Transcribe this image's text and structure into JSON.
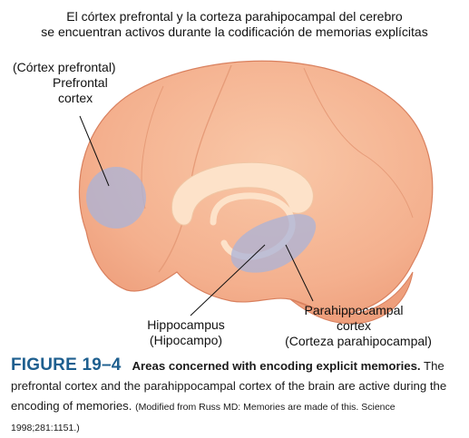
{
  "header": {
    "line1": "El córtex prefrontal y la corteza parahipocampal del cerebro",
    "line2": "se encuentran activos durante la codificación de memorias explícitas"
  },
  "labels": {
    "prefrontal_es": "(Córtex prefrontal)",
    "prefrontal_en_line1": "Prefrontal",
    "prefrontal_en_line2": "cortex",
    "hippocampus_en": "Hippocampus",
    "hippocampus_es": "(Hipocampo)",
    "parahippocampal_en_line1": "Parahippocampal",
    "parahippocampal_en_line2": "cortex",
    "parahippocampal_es": "(Corteza parahipocampal)"
  },
  "caption": {
    "figure_number": "FIGURE 19–4",
    "title": "Areas concerned with encoding explicit memories.",
    "body": "The prefrontal cortex and the parahippocampal cortex of the brain are active during the encoding of memories.",
    "credit": "(Modified from Russ MD: Memories are made of this. Science 1998;281:1151.)"
  },
  "colors": {
    "brain_fill": "#f4b08e",
    "brain_outline": "#d9805e",
    "highlight_region": "#a9b3d8",
    "inner_structure": "#fde2c9",
    "figure_number": "#1e5f8f"
  }
}
